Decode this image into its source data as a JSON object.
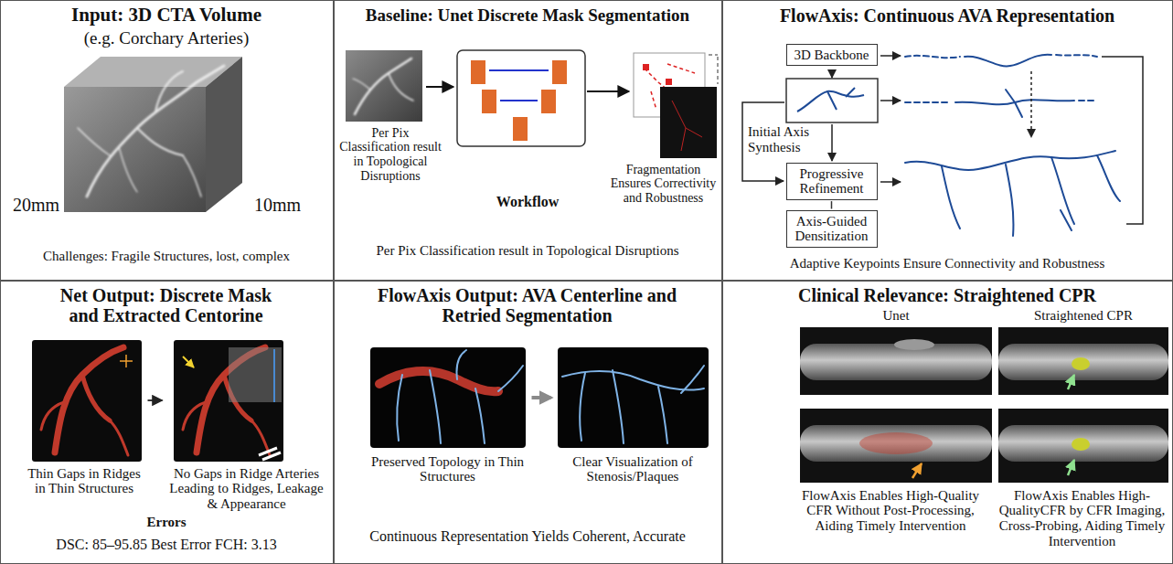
{
  "diagram": {
    "nodes": [
      {
        "text": [
          "Input: 3D CTA Volume",
          "(e.g. Corchary Arteries)",
          "Challenges: Fragile Structures, lost, complex"
        ]
      },
      {
        "text": [
          "Baseline: Unet Discrete Mask Segmentation",
          "Workflow",
          "Per Pix Classification result in Topological Disruptions"
        ]
      },
      {
        "text": [
          "Per Pix Classification result in Topological Disruptions"
        ],
        "in": 1
      },
      {
        "text": [
          "Fragmentation Ensures Correctivity and Robustness"
        ],
        "in": 1
      },
      {
        "text": [
          "FlowAxis: Continuous AVA Representation",
          "Adaptive Keypoints Ensure Connectivity and Robustness"
        ]
      },
      {
        "text": [
          "3D Backbone"
        ],
        "in": 4
      },
      {
        "text": [
          "Progressive Refinement"
        ],
        "in": 4
      },
      {
        "text": [
          "Axis-Guided Densitization"
        ],
        "in": 4
      },
      {
        "text": [
          "Net Output: Discrete Mask and Extracted Centorine",
          "Errors",
          "DSC: 85–95.85 Best Error FCH: 3.13"
        ]
      },
      {
        "text": [
          "Thin Gaps in Ridges in Thin Structures"
        ],
        "in": 8
      },
      {
        "text": [
          "No Gaps in Ridge Arteries Leading to Ridges, Leakage & Appearance"
        ],
        "in": 8
      },
      {
        "text": [
          "FlowAxis Output: AVA Centerline and Retried Segmentation",
          "Continuous Representation Yields Coherent, Accurate"
        ]
      },
      {
        "text": [
          "Preserved Topology in Thin Structures"
        ],
        "in": 11
      },
      {
        "text": [
          "Clear Visualization of Stenosis/Plaques"
        ],
        "in": 11
      },
      {
        "text": [
          "Clinical Relevance: Straightened CPR",
          "FlowAxis Enables High-Quality CFR Without Post-Processing, Aiding Timely Intervention",
          "FlowAxis Enables High-QualityCFR by CFR Imaging, Cross-Probing, Aiding Timely Intervention"
        ]
      }
    ],
    "edges": [
      {
        "from": 9,
        "to": 10,
        "arrow": "to"
      },
      {
        "from": 12,
        "to": 13,
        "arrow": "to"
      },
      {
        "from": 6,
        "to": 7,
        "arrow": "none"
      }
    ],
    "labels": [
      "20mm",
      "10mm",
      "Initial Axis Synthesis",
      "Unet",
      "Straightened CPR"
    ]
  }
}
